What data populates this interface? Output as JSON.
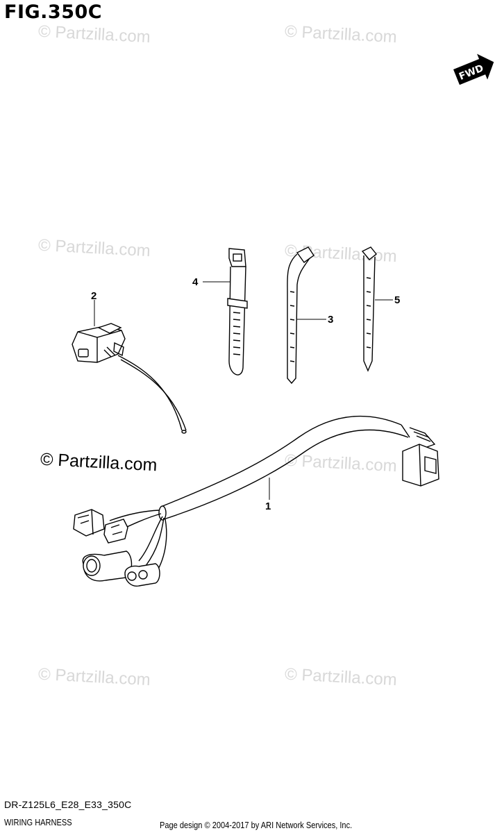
{
  "figure": {
    "title": "FIG.350C",
    "fwd_label": "FWD"
  },
  "watermark": {
    "text": "© Partzilla.com"
  },
  "callouts": [
    "1",
    "2",
    "3",
    "4",
    "5"
  ],
  "footer": {
    "model_code": "DR-Z125L6_E28_E33_350C",
    "diagram_name": "WIRING HARNESS",
    "copyright": "Page design © 2004-2017 by ARI Network Services, Inc."
  }
}
